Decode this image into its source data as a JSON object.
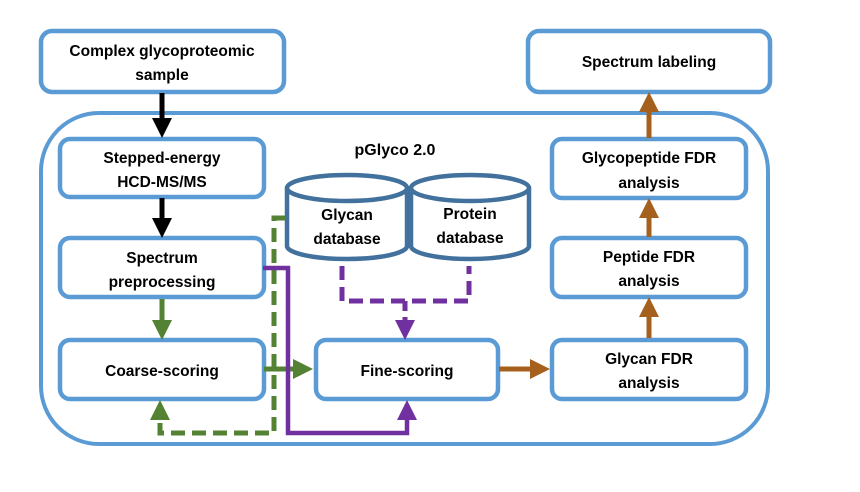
{
  "diagram": {
    "title": "pGlyco 2.0",
    "colors": {
      "box_border": "#5b9bd5",
      "database_border": "#41719c",
      "arrow_black": "#000000",
      "arrow_green": "#548235",
      "arrow_purple": "#7030a0",
      "arrow_brown": "#a5601e"
    },
    "nodes": {
      "sample": {
        "line1": "Complex glycoproteomic",
        "line2": "sample"
      },
      "hcd": {
        "line1": "Stepped-energy",
        "line2": "HCD-MS/MS"
      },
      "preprocessing": {
        "line1": "Spectrum",
        "line2": "preprocessing"
      },
      "coarse": {
        "line1": "Coarse-scoring"
      },
      "fine": {
        "line1": "Fine-scoring"
      },
      "glycan_db": {
        "line1": "Glycan",
        "line2": "database"
      },
      "protein_db": {
        "line1": "Protein",
        "line2": "database"
      },
      "glycan_fdr": {
        "line1": "Glycan FDR",
        "line2": "analysis"
      },
      "peptide_fdr": {
        "line1": "Peptide FDR",
        "line2": "analysis"
      },
      "glycopeptide_fdr": {
        "line1": "Glycopeptide FDR",
        "line2": "analysis"
      },
      "labeling": {
        "line1": "Spectrum labeling"
      }
    },
    "edges": [
      {
        "from": "sample",
        "to": "hcd",
        "style": "solid",
        "color": "black"
      },
      {
        "from": "hcd",
        "to": "preprocessing",
        "style": "solid",
        "color": "black"
      },
      {
        "from": "preprocessing",
        "to": "coarse",
        "style": "solid",
        "color": "green"
      },
      {
        "from": "coarse",
        "to": "fine",
        "style": "solid",
        "color": "green"
      },
      {
        "from": "glycan_db",
        "to": "coarse",
        "style": "dashed",
        "color": "green"
      },
      {
        "from": "preprocessing",
        "to": "fine",
        "style": "solid",
        "color": "purple"
      },
      {
        "from": "glycan_db",
        "to": "fine",
        "style": "dashed",
        "color": "purple"
      },
      {
        "from": "protein_db",
        "to": "fine",
        "style": "dashed",
        "color": "purple"
      },
      {
        "from": "fine",
        "to": "glycan_fdr",
        "style": "solid",
        "color": "brown"
      },
      {
        "from": "glycan_fdr",
        "to": "peptide_fdr",
        "style": "solid",
        "color": "brown"
      },
      {
        "from": "peptide_fdr",
        "to": "glycopeptide_fdr",
        "style": "solid",
        "color": "brown"
      },
      {
        "from": "glycopeptide_fdr",
        "to": "labeling",
        "style": "solid",
        "color": "brown"
      }
    ]
  }
}
